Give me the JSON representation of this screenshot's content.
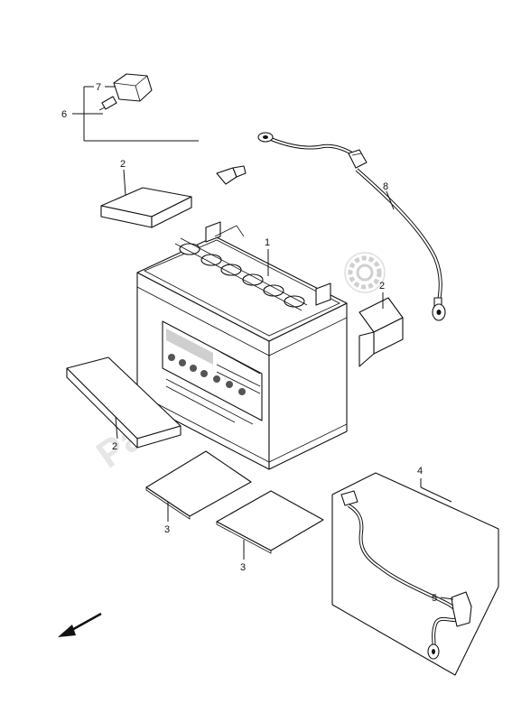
{
  "watermark": "PartsRepublik",
  "callouts": {
    "c1": "1",
    "c2a": "2",
    "c2b": "2",
    "c2c": "2",
    "c3a": "3",
    "c3b": "3",
    "c4": "4",
    "c5": "5",
    "c6": "6",
    "c7": "7",
    "c8": "8"
  },
  "icons": {
    "gear": "gear-icon",
    "direction_arrow": "arrow-icon"
  }
}
